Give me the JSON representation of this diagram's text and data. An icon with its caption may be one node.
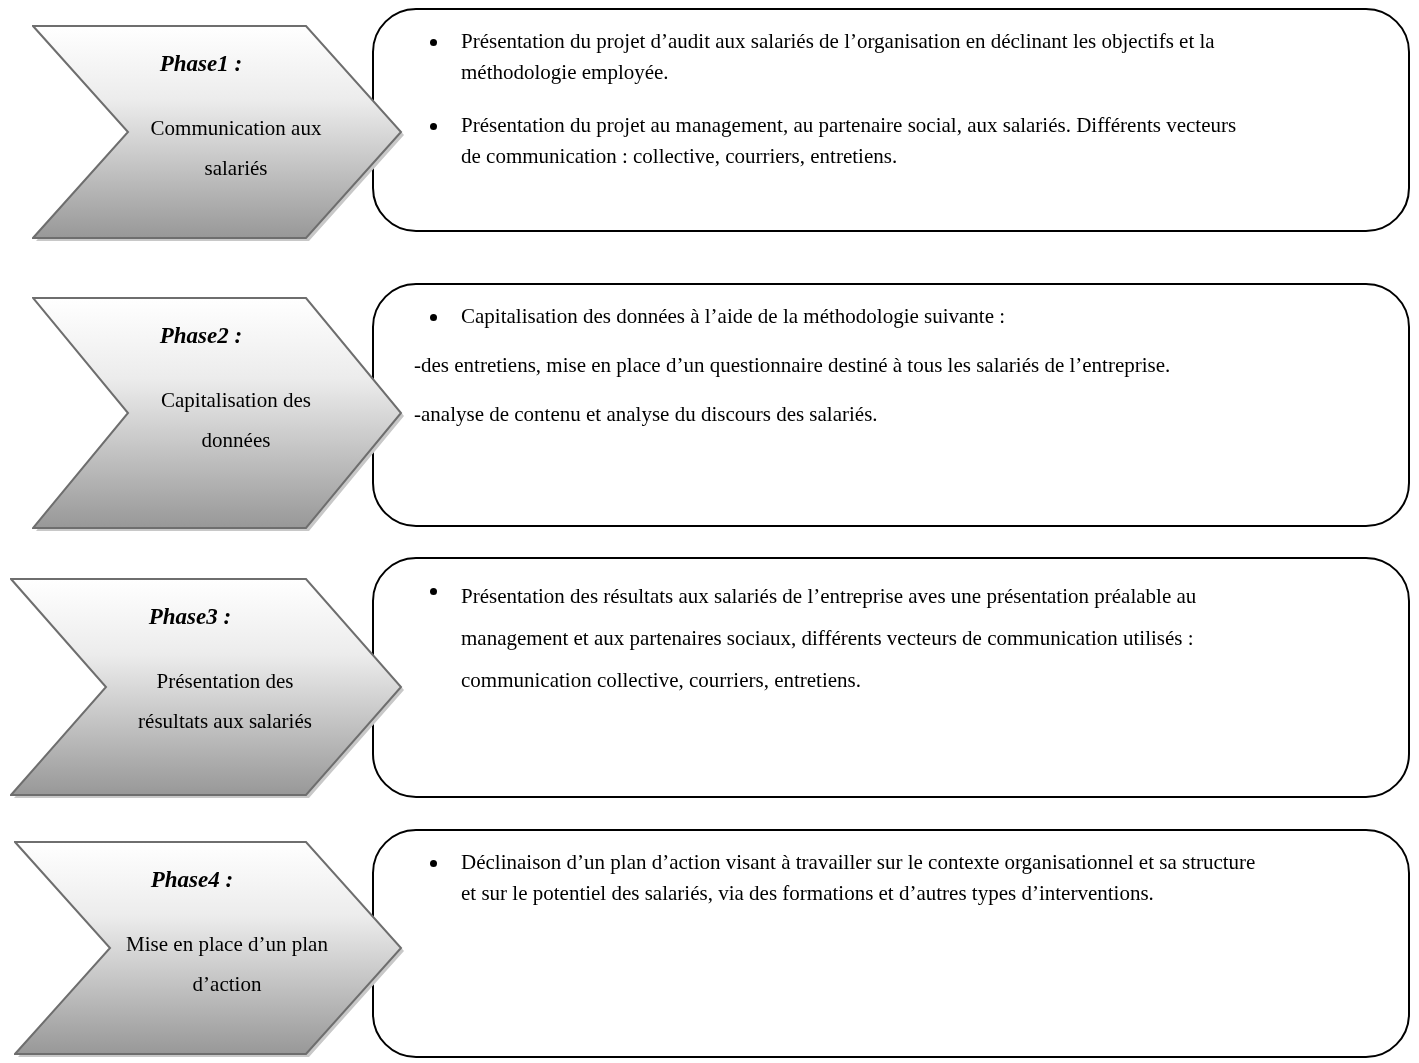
{
  "diagram": {
    "nodes": [
      {
        "text": [
          "Phase1 :",
          "Communication aux salariés"
        ]
      },
      {
        "text": [
          "Présentation du projet d’audit aux salariés de l’organisation en déclinant les objectifs et la méthodologie employée.",
          "Présentation du projet au management, au partenaire social, aux salariés. Différents vecteurs de communication : collective, courriers, entretiens."
        ]
      },
      {
        "text": [
          "Phase2 :",
          "Capitalisation  des données"
        ]
      },
      {
        "text": [
          "Capitalisation des données à l’aide de la méthodologie suivante :",
          "-des entretiens, mise en place d’un questionnaire destiné à tous les salariés de l’entreprise.",
          "-analyse de contenu et analyse du discours des salariés."
        ]
      },
      {
        "text": [
          "Phase3 :",
          "Présentation des résultats aux salariés"
        ]
      },
      {
        "text": [
          "Présentation des résultats aux salariés de l’entreprise aves une présentation préalable au management et aux partenaires sociaux, différents vecteurs de communication utilisés : communication collective, courriers, entretiens."
        ]
      },
      {
        "text": [
          "Phase4 :",
          "Mise en place d’un plan d’action"
        ]
      },
      {
        "text": [
          "Déclinaison d’un plan d’action visant à travailler sur le contexte organisationnel et sa structure et sur le potentiel des salariés, via des formations et d’autres types d’interventions."
        ]
      }
    ]
  }
}
